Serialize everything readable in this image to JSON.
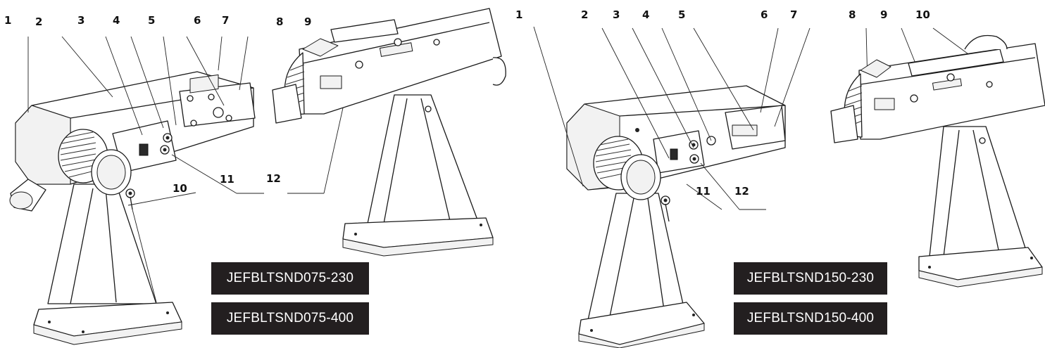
{
  "left_machine": {
    "callouts": [
      "1",
      "2",
      "3",
      "4",
      "5",
      "6",
      "7",
      "8",
      "9",
      "10",
      "11",
      "12"
    ],
    "models": [
      "JEFBLTSND075-230",
      "JEFBLTSND075-400"
    ]
  },
  "right_machine": {
    "callouts": [
      "1",
      "2",
      "3",
      "4",
      "5",
      "6",
      "7",
      "8",
      "9",
      "10",
      "11",
      "12"
    ],
    "models": [
      "JEFBLTSND150-230",
      "JEFBLTSND150-400"
    ]
  },
  "colors": {
    "badge_bg": "#231f20",
    "badge_text": "#ffffff",
    "line": "#1a1a1a"
  }
}
